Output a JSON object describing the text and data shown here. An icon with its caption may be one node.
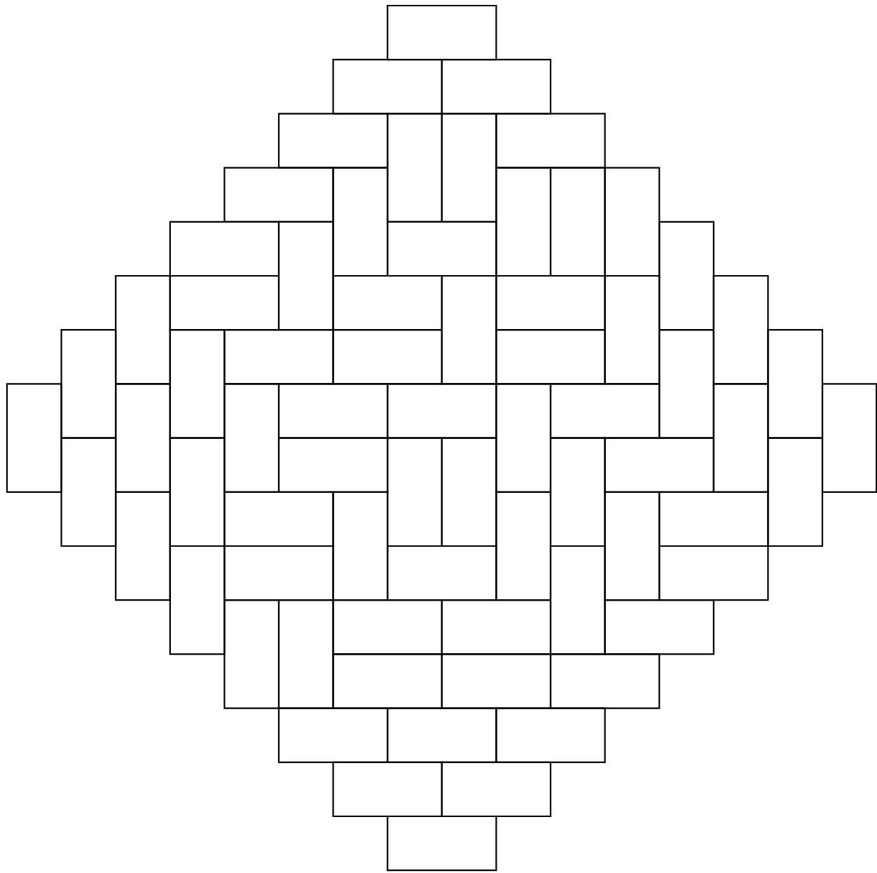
{
  "diagram": {
    "nodes": [
      {
        "text": [],
        "shape": "box"
      },
      {
        "text": [],
        "shape": "box"
      },
      {
        "text": [],
        "shape": "box"
      },
      {
        "text": [],
        "shape": "box"
      },
      {
        "text": [],
        "shape": "box"
      },
      {
        "text": [],
        "shape": "box"
      },
      {
        "text": [],
        "shape": "box"
      },
      {
        "text": [],
        "shape": "box"
      },
      {
        "text": [],
        "shape": "box"
      },
      {
        "text": [],
        "shape": "box"
      },
      {
        "text": [],
        "shape": "box"
      },
      {
        "text": [],
        "shape": "box"
      },
      {
        "text": [],
        "shape": "box"
      },
      {
        "text": [],
        "shape": "box"
      },
      {
        "text": [],
        "shape": "box"
      },
      {
        "text": [],
        "shape": "box"
      },
      {
        "text": [],
        "shape": "box"
      },
      {
        "text": [],
        "shape": "box"
      },
      {
        "text": [],
        "shape": "box"
      },
      {
        "text": [],
        "shape": "box"
      },
      {
        "text": [],
        "shape": "box"
      },
      {
        "text": [],
        "shape": "box"
      },
      {
        "text": [],
        "shape": "box"
      },
      {
        "text": [],
        "shape": "box"
      },
      {
        "text": [],
        "shape": "box"
      },
      {
        "text": [],
        "shape": "box"
      },
      {
        "text": [],
        "shape": "box"
      },
      {
        "text": [],
        "shape": "box"
      },
      {
        "text": [],
        "shape": "box"
      },
      {
        "text": [],
        "shape": "box"
      },
      {
        "text": [],
        "shape": "box"
      },
      {
        "text": [],
        "shape": "box"
      },
      {
        "text": [],
        "shape": "box"
      },
      {
        "text": [],
        "shape": "box"
      },
      {
        "text": [],
        "shape": "box"
      },
      {
        "text": [],
        "shape": "box"
      },
      {
        "text": [],
        "shape": "box"
      },
      {
        "text": [],
        "shape": "box"
      },
      {
        "text": [],
        "shape": "box"
      },
      {
        "text": [],
        "shape": "box"
      },
      {
        "text": [],
        "shape": "box"
      },
      {
        "text": [],
        "shape": "box"
      },
      {
        "text": [],
        "shape": "box"
      },
      {
        "text": [],
        "shape": "box"
      },
      {
        "text": [],
        "shape": "box"
      },
      {
        "text": [],
        "shape": "box"
      },
      {
        "text": [],
        "shape": "box"
      },
      {
        "text": [],
        "shape": "box"
      },
      {
        "text": [],
        "shape": "box"
      },
      {
        "text": [],
        "shape": "box"
      },
      {
        "text": [],
        "shape": "box"
      },
      {
        "text": [],
        "shape": "box"
      },
      {
        "text": [],
        "shape": "box"
      },
      {
        "text": [],
        "shape": "box"
      },
      {
        "text": [],
        "shape": "box"
      },
      {
        "text": [],
        "shape": "box"
      },
      {
        "text": [],
        "shape": "box"
      },
      {
        "text": [],
        "shape": "box"
      },
      {
        "text": [],
        "shape": "box"
      },
      {
        "text": [],
        "shape": "box"
      },
      {
        "text": [],
        "shape": "box"
      },
      {
        "text": [],
        "shape": "box"
      },
      {
        "text": [],
        "shape": "box"
      },
      {
        "text": [],
        "shape": "box"
      },
      {
        "text": [],
        "shape": "box"
      },
      {
        "text": [],
        "shape": "box"
      },
      {
        "text": [],
        "shape": "box"
      },
      {
        "text": [],
        "shape": "box"
      },
      {
        "text": [],
        "shape": "box"
      },
      {
        "text": [],
        "shape": "box"
      },
      {
        "text": [],
        "shape": "box"
      },
      {
        "text": [],
        "shape": "box"
      }
    ]
  }
}
